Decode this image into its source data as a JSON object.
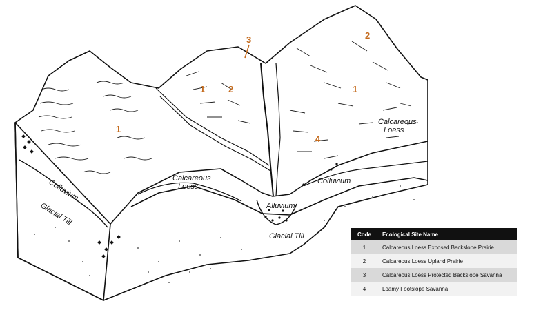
{
  "diagram": {
    "site_codes": {
      "left_ridge": "1",
      "center_left": "1",
      "center_right": "2",
      "ravine": "3",
      "top_right": "2",
      "right_slope": "1",
      "footslope": "4"
    },
    "layer_labels": {
      "colluvium_left": "Colluvium",
      "glacial_till_left": "Glacial Till",
      "calcareous_loess_center": "Calcareous Loess",
      "alluvium": "Alluvium",
      "colluvium_right": "Colluvium",
      "calcareous_loess_right": "Calcareous Loess",
      "glacial_till_bottom": "Glacial Till"
    }
  },
  "legend": {
    "headers": {
      "code": "Code",
      "name": "Ecological Site Name"
    },
    "rows": [
      {
        "code": "1",
        "name": "Calcareous Loess Exposed Backslope Prairie"
      },
      {
        "code": "2",
        "name": "Calcareous Loess Upland Prairie"
      },
      {
        "code": "3",
        "name": "Calcareous Loess Protected Backslope Savanna"
      },
      {
        "code": "4",
        "name": "Loamy Footslope Savanna"
      }
    ]
  }
}
